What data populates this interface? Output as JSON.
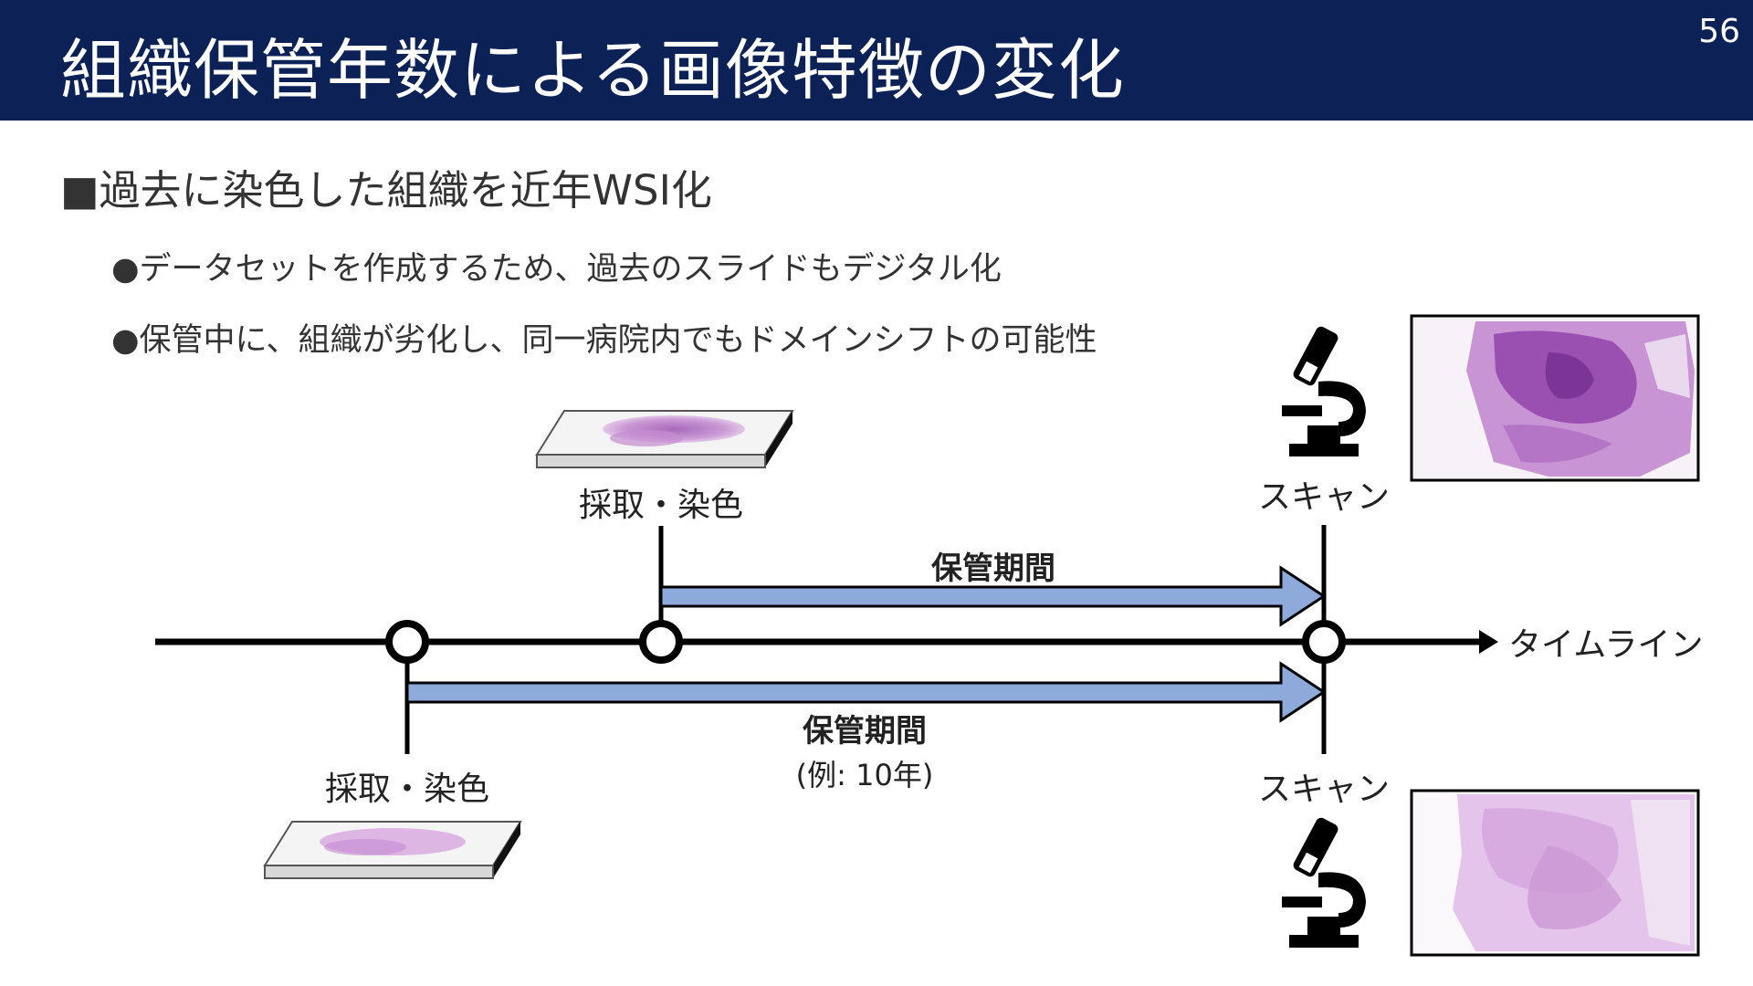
{
  "header": {
    "title": "組織保管年数による画像特徴の変化",
    "page_number": "56"
  },
  "bullets": {
    "main": "■過去に染色した組織を近年WSI化",
    "sub": [
      "●データセットを作成するため、過去のスライドもデジタル化",
      "●保管中に、組織が劣化し、同一病院内でもドメインシフトの可能性"
    ]
  },
  "diagram": {
    "timeline_label": "タイムライン",
    "upper": {
      "stain_label": "採取・染色",
      "period_label": "保管期間",
      "scan_label": "スキャン"
    },
    "lower": {
      "stain_label": "採取・染色",
      "period_label": "保管期間",
      "period_example": "(例: 10年)",
      "scan_label": "スキャン"
    },
    "icons": {
      "microscope": "microscope-icon",
      "slide": "glass-slide-icon",
      "wsi": "wsi-tissue-image"
    },
    "colors": {
      "header_bg": "#0c2256",
      "arrow_fill": "#8eaadb",
      "tissue": "#b679c2"
    }
  }
}
